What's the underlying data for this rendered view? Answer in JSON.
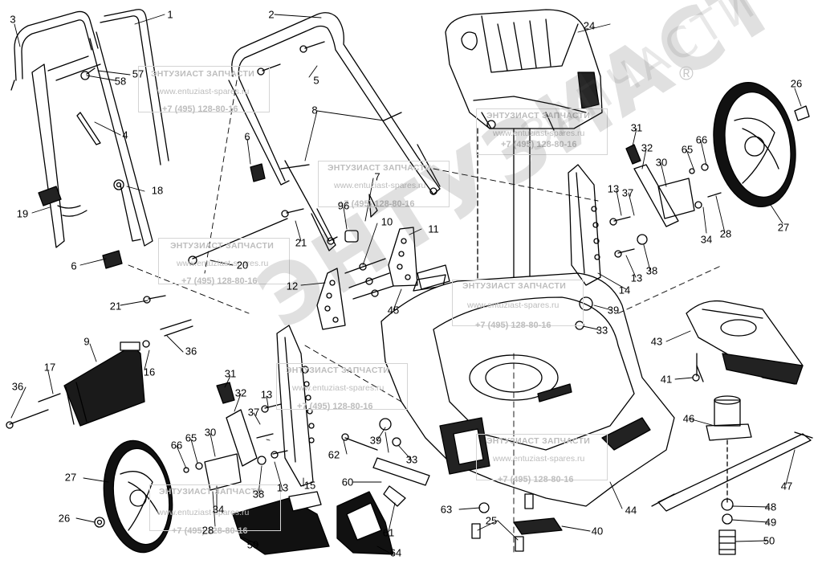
{
  "diagram": {
    "callouts": [
      {
        "id": "1",
        "label": "1"
      },
      {
        "id": "2",
        "label": "2"
      },
      {
        "id": "3",
        "label": "3"
      },
      {
        "id": "4",
        "label": "4"
      },
      {
        "id": "5",
        "label": "5"
      },
      {
        "id": "6a",
        "label": "6"
      },
      {
        "id": "6b",
        "label": "6"
      },
      {
        "id": "7",
        "label": "7"
      },
      {
        "id": "8",
        "label": "8"
      },
      {
        "id": "9",
        "label": "9"
      },
      {
        "id": "10",
        "label": "10"
      },
      {
        "id": "11",
        "label": "11"
      },
      {
        "id": "12",
        "label": "12"
      },
      {
        "id": "13a",
        "label": "13"
      },
      {
        "id": "13b",
        "label": "13"
      },
      {
        "id": "13c",
        "label": "13"
      },
      {
        "id": "13d",
        "label": "13"
      },
      {
        "id": "14",
        "label": "14"
      },
      {
        "id": "15",
        "label": "15"
      },
      {
        "id": "16",
        "label": "16"
      },
      {
        "id": "17",
        "label": "17"
      },
      {
        "id": "18",
        "label": "18"
      },
      {
        "id": "19",
        "label": "19"
      },
      {
        "id": "20",
        "label": "20"
      },
      {
        "id": "21a",
        "label": "21"
      },
      {
        "id": "21b",
        "label": "21"
      },
      {
        "id": "24",
        "label": "24"
      },
      {
        "id": "25",
        "label": "25"
      },
      {
        "id": "26a",
        "label": "26"
      },
      {
        "id": "26b",
        "label": "26"
      },
      {
        "id": "27a",
        "label": "27"
      },
      {
        "id": "27b",
        "label": "27"
      },
      {
        "id": "28a",
        "label": "28"
      },
      {
        "id": "28b",
        "label": "28"
      },
      {
        "id": "30a",
        "label": "30"
      },
      {
        "id": "30b",
        "label": "30"
      },
      {
        "id": "31a",
        "label": "31"
      },
      {
        "id": "31b",
        "label": "31"
      },
      {
        "id": "32a",
        "label": "32"
      },
      {
        "id": "32b",
        "label": "32"
      },
      {
        "id": "33a",
        "label": "33"
      },
      {
        "id": "33b",
        "label": "33"
      },
      {
        "id": "34a",
        "label": "34"
      },
      {
        "id": "34b",
        "label": "34"
      },
      {
        "id": "36a",
        "label": "36"
      },
      {
        "id": "36b",
        "label": "36"
      },
      {
        "id": "37a",
        "label": "37"
      },
      {
        "id": "37b",
        "label": "37"
      },
      {
        "id": "38a",
        "label": "38"
      },
      {
        "id": "38b",
        "label": "38"
      },
      {
        "id": "39a",
        "label": "39"
      },
      {
        "id": "39b",
        "label": "39"
      },
      {
        "id": "40",
        "label": "40"
      },
      {
        "id": "41",
        "label": "41"
      },
      {
        "id": "43",
        "label": "43"
      },
      {
        "id": "44",
        "label": "44"
      },
      {
        "id": "45",
        "label": "45"
      },
      {
        "id": "46",
        "label": "46"
      },
      {
        "id": "47",
        "label": "47"
      },
      {
        "id": "48",
        "label": "48"
      },
      {
        "id": "49",
        "label": "49"
      },
      {
        "id": "50",
        "label": "50"
      },
      {
        "id": "57",
        "label": "57"
      },
      {
        "id": "58",
        "label": "58"
      },
      {
        "id": "59",
        "label": "59"
      },
      {
        "id": "60",
        "label": "60"
      },
      {
        "id": "61",
        "label": "61"
      },
      {
        "id": "62",
        "label": "62"
      },
      {
        "id": "63",
        "label": "63"
      },
      {
        "id": "64",
        "label": "64"
      },
      {
        "id": "65a",
        "label": "65"
      },
      {
        "id": "65b",
        "label": "65"
      },
      {
        "id": "66a",
        "label": "66"
      },
      {
        "id": "66b",
        "label": "66"
      },
      {
        "id": "96",
        "label": "96"
      }
    ]
  },
  "watermark": {
    "company": "ЭНТУЗИАСТ ЗАПЧАСТИ",
    "website": "www.entuziast-spares.ru",
    "phone": "+7 (495) 128-80-16",
    "big_text": "ЭНТУЗИАСТ",
    "side_text": "ЗАПЧАСТИ",
    "registered_mark": "®"
  }
}
